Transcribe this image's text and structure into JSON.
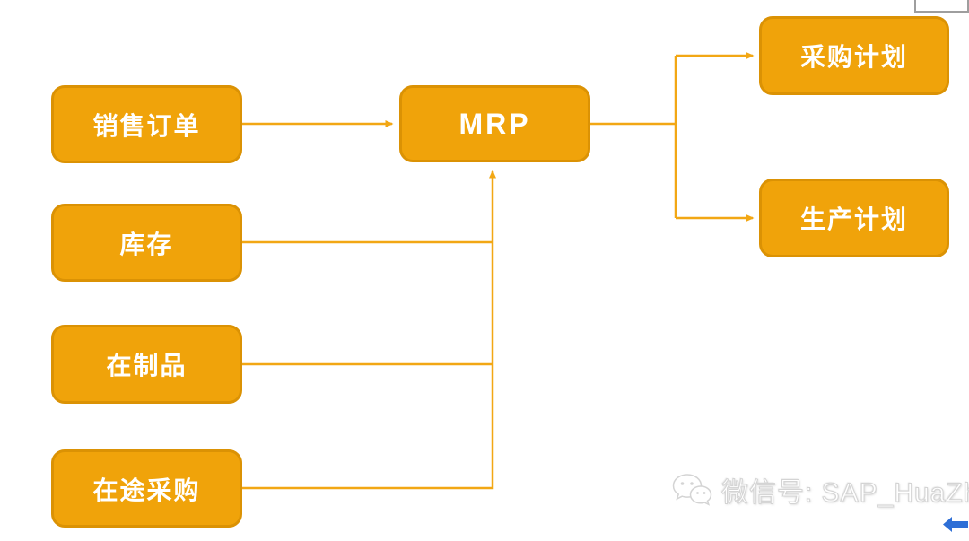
{
  "diagram": {
    "nodes": {
      "sales_order": {
        "label": "销售订单"
      },
      "inventory": {
        "label": "库存"
      },
      "wip": {
        "label": "在制品"
      },
      "transit_purchase": {
        "label": "在途采购"
      },
      "mrp": {
        "label": "MRP"
      },
      "purchase_plan": {
        "label": "采购计划"
      },
      "production_plan": {
        "label": "生产计划"
      }
    },
    "edges": [
      {
        "from": "sales_order",
        "to": "mrp"
      },
      {
        "from": "inventory",
        "to": "mrp"
      },
      {
        "from": "wip",
        "to": "mrp"
      },
      {
        "from": "transit_purchase",
        "to": "mrp"
      },
      {
        "from": "mrp",
        "to": "purchase_plan"
      },
      {
        "from": "mrp",
        "to": "production_plan"
      }
    ]
  },
  "watermark": {
    "icon": "wechat-icon",
    "text": "微信号: SAP_HuaZhi"
  },
  "colors": {
    "node-fill": "#F0A30A",
    "node-border": "#DB9204",
    "connector": "#F2A714",
    "watermark-fill": "#FFFFFF",
    "watermark-outline": "#D4D4D4",
    "blue-arrow": "#2E6FD6",
    "frame-border": "#9E9E9E"
  }
}
